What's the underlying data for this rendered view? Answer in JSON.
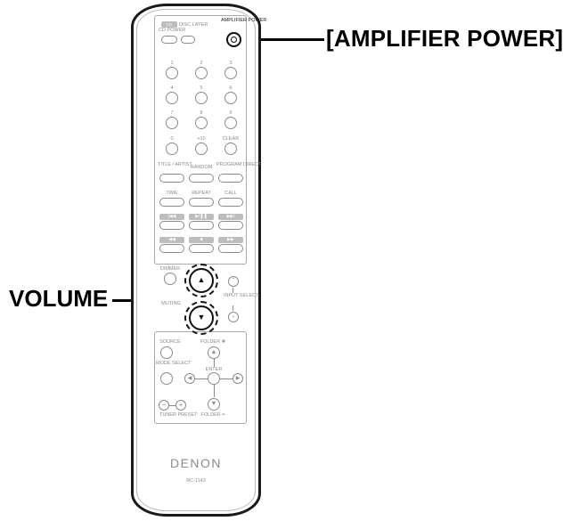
{
  "callouts": {
    "amplifier_power": "[AMPLIFIER POWER]",
    "volume": "VOLUME"
  },
  "remote": {
    "top_buttons": {
      "cd_power": "CD POWER",
      "disc_layer": "DISC LAYER",
      "amplifier_power": "AMPLIFIER POWER"
    },
    "number_keys": [
      "1",
      "2",
      "3",
      "4",
      "5",
      "6",
      "7",
      "8",
      "9",
      "0",
      "+10",
      "CLEAR"
    ],
    "function_keys": {
      "title_artist": "TITLE / ARTIST",
      "random": "RANDOM",
      "program_direct": "PROGRAM DIRECT",
      "time": "TIME",
      "repeat": "REPEAT",
      "call": "CALL"
    },
    "transport_keys": [
      "|◀◀",
      "▶/❚❚",
      "▶▶|",
      "◀◀",
      "■",
      "▶▶"
    ],
    "control_labels": {
      "dimmer": "DIMMER",
      "muting": "MUTING",
      "input_select": "INPUT SELECT",
      "source": "SOURCE",
      "folder_plus": "FOLDER ✚",
      "mode_select": "MODE SELECT",
      "enter": "ENTER",
      "tuner_preset": "TUNER PRESET",
      "folder_minus": "FOLDER ━"
    },
    "volume_up_symbol": "▲",
    "volume_down_symbol": "▼",
    "brand": "DENON",
    "model": "RC-1143"
  },
  "icons": [
    "power-icon",
    "up-arrow-icon",
    "down-arrow-icon",
    "left-arrow-icon",
    "right-arrow-icon",
    "plus-icon",
    "minus-icon"
  ]
}
